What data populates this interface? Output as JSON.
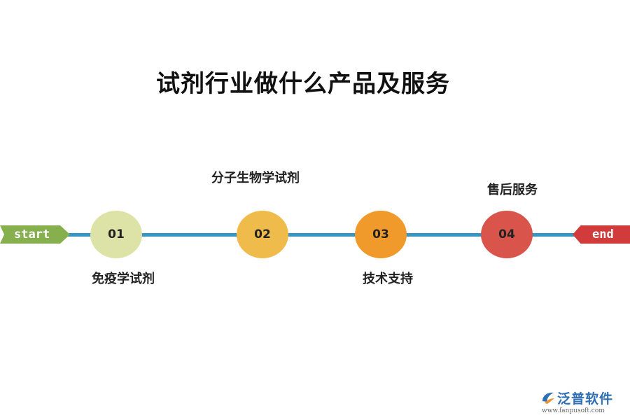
{
  "title": "试剂行业做什么产品及服务",
  "start_label": "start",
  "end_label": "end",
  "steps": [
    {
      "number": "01",
      "label": "免疫学试剂",
      "color": "#dde2a6"
    },
    {
      "number": "02",
      "label": "分子生物学试剂",
      "color": "#efbb4b"
    },
    {
      "number": "03",
      "label": "技术支持",
      "color": "#ef9a2a"
    },
    {
      "number": "04",
      "label": "售后服务",
      "color": "#d9544a"
    }
  ],
  "line_color": "#3596c6",
  "start_color": "#86b04e",
  "end_color": "#d23b3b",
  "logo": {
    "name": "泛普软件",
    "url": "www.fanpusoft.com",
    "color": "#2f6fb3"
  }
}
